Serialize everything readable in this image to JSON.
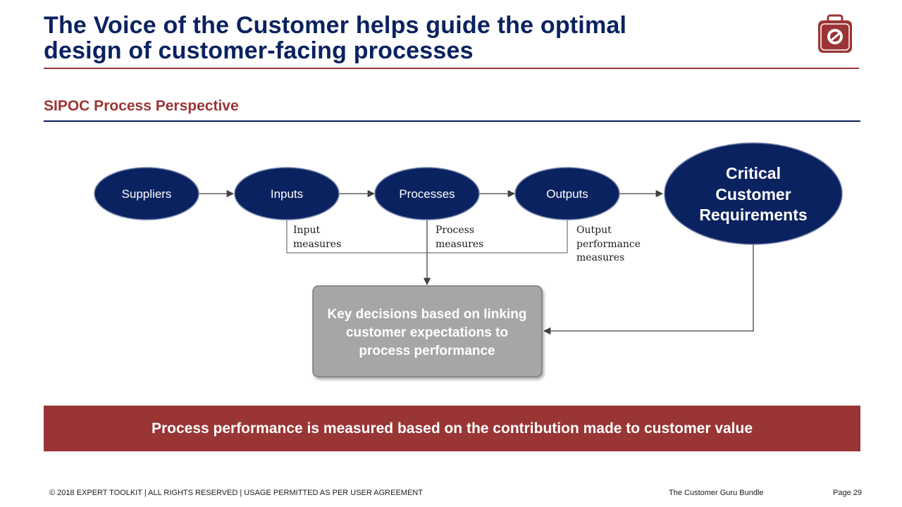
{
  "header": {
    "title_line1": "The Voice of the Customer helps guide the optimal",
    "title_line2": "design of customer-facing processes",
    "section_title": "SIPOC Process Perspective",
    "logo_icon": "toolkit-bag-icon"
  },
  "diagram": {
    "nodes": {
      "suppliers": "Suppliers",
      "inputs": "Inputs",
      "processes": "Processes",
      "outputs": "Outputs",
      "ccr_line1": "Critical",
      "ccr_line2": "Customer",
      "ccr_line3": "Requirements"
    },
    "measures": {
      "input_line1": "Input",
      "input_line2": "measures",
      "process_line1": "Process",
      "process_line2": "measures",
      "output_line1": "Output",
      "output_line2": "performance",
      "output_line3": "measures"
    },
    "decision_box": {
      "line1": "Key decisions based on linking",
      "line2": "customer expectations to",
      "line3": "process performance"
    }
  },
  "banner": "Process performance is measured based on the contribution made to customer value",
  "footer": {
    "copyright": "© 2018 EXPERT TOOLKIT | ALL RIGHTS RESERVED | USAGE PERMITTED AS PER USER AGREEMENT",
    "bundle": "The Customer Guru Bundle",
    "page": "Page 29"
  },
  "colors": {
    "navy": "#0b2260",
    "maroon": "#993535",
    "box_gray": "#a6a6a6"
  }
}
